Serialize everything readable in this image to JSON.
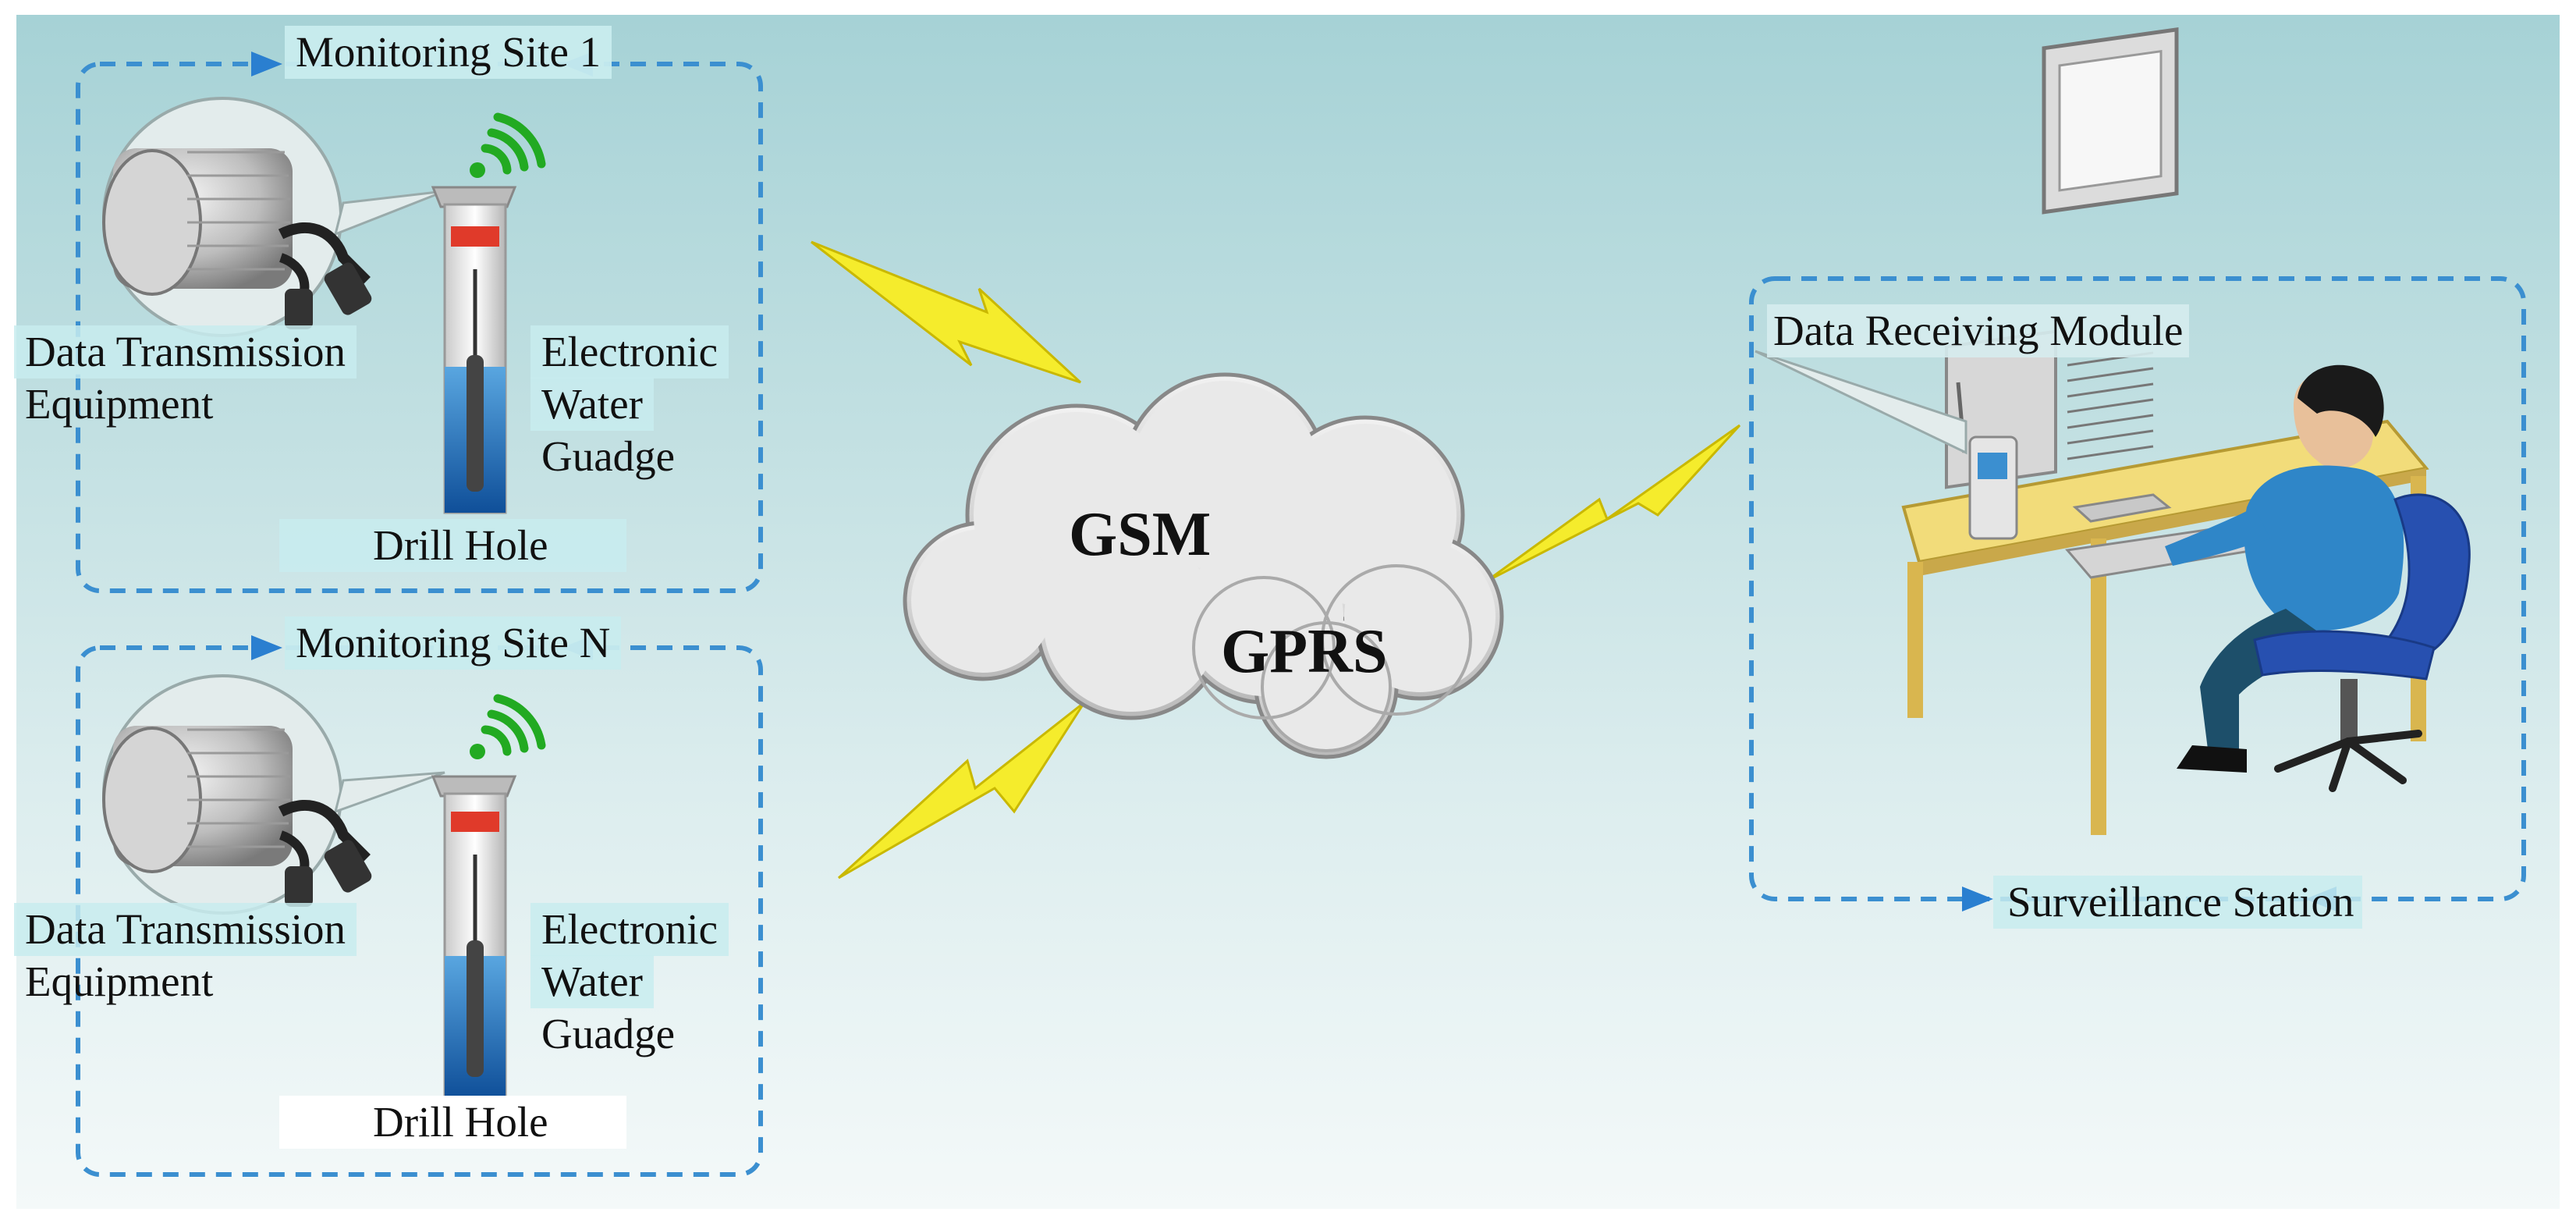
{
  "site1": {
    "title": "Monitoring Site 1",
    "equipment_line1": "Data Transmission",
    "equipment_line2": "Equipment",
    "gauge_line1": "Electronic",
    "gauge_line2": "Water",
    "gauge_line3": "Guadge",
    "hole": "Drill Hole"
  },
  "siteN": {
    "title": "Monitoring Site N",
    "equipment_line1": "Data Transmission",
    "equipment_line2": "Equipment",
    "gauge_line1": "Electronic",
    "gauge_line2": "Water",
    "gauge_line3": "Guadge",
    "hole": "Drill Hole"
  },
  "network": {
    "gsm": "GSM",
    "gprs": "GPRS"
  },
  "station": {
    "module": "Data Receiving Module",
    "title": "Surveillance Station"
  },
  "colors": {
    "dash_border": "#3b8fd0",
    "lightning": "#f5ec2c",
    "wifi": "#22aa22",
    "water": "#1f6fb8",
    "desk": "#f2dc7a",
    "shirt": "#2f86c8",
    "chair": "#2750b0"
  },
  "icons": [
    "lightning-icon",
    "cloud-icon",
    "wifi-signal-icon",
    "computer-icon",
    "person-icon",
    "chair-icon"
  ]
}
